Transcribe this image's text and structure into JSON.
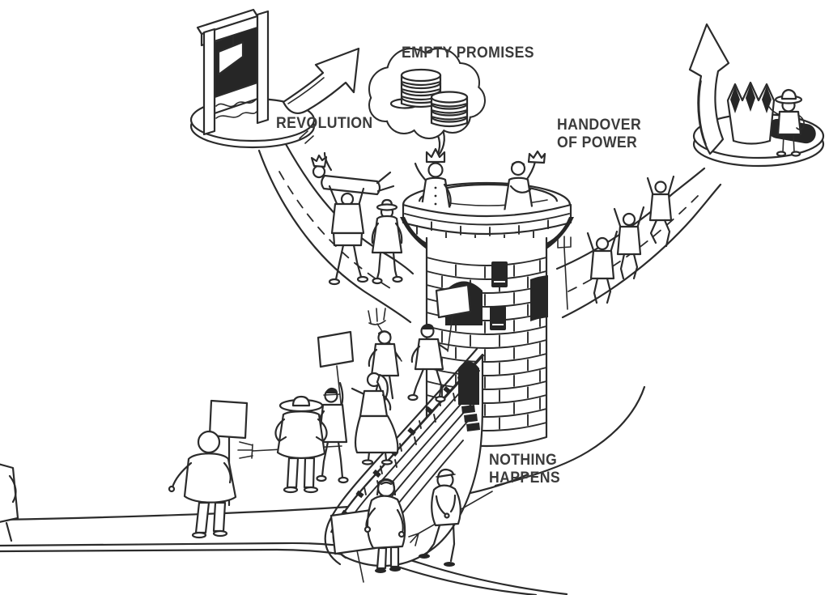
{
  "illustration": {
    "alt": "Cartoon diagram: a crowd with pitchforks and protest signs marches up a ramp into a round castle tower where a king and an aide stand on top. Branching outcome paths: a guillotine platform (revolution), a thought bubble full of coins (empty promises), a pedestal with a crown (handover of power), and a road leading away (nothing happens).",
    "colors": {
      "ink": "#2b2b2b",
      "label_text": "#3b3b3b",
      "background": "#ffffff"
    },
    "labels": {
      "revolution": "REVOLUTION",
      "empty_promises": "EMPTY PROMISES",
      "handover_line1": "HANDOVER",
      "handover_line2": "OF POWER",
      "nothing_line1": "NOTHING",
      "nothing_line2": "HAPPENS"
    }
  }
}
